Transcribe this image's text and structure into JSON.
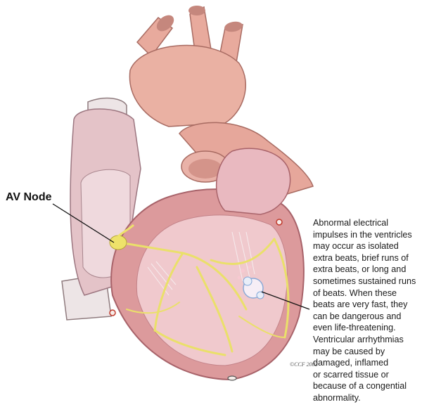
{
  "labels": {
    "av_node": "AV Node"
  },
  "description": {
    "lines": [
      "Abnormal electrical",
      "impulses in the ventricles",
      "may occur as isolated",
      "extra beats, brief runs of",
      "extra beats, or long and",
      "sometimes sustained runs",
      "of beats. When these",
      "beats are very fast, they",
      "can be dangerous and",
      "even life-threatening.",
      "Ventricular arrhythmias",
      "may be caused by",
      "damaged, inflamed",
      "or scarred tissue or",
      "because of a congential",
      "abnormality."
    ]
  },
  "credit": "©CCF 2002",
  "colors": {
    "vessel": "#e7a79a",
    "vessel_dark": "#c97f73",
    "chamber_inner": "#f3cdd0",
    "myocardium": "#d98d8e",
    "conduction": "#eee26a",
    "vena_cava": "#ece5e6"
  }
}
